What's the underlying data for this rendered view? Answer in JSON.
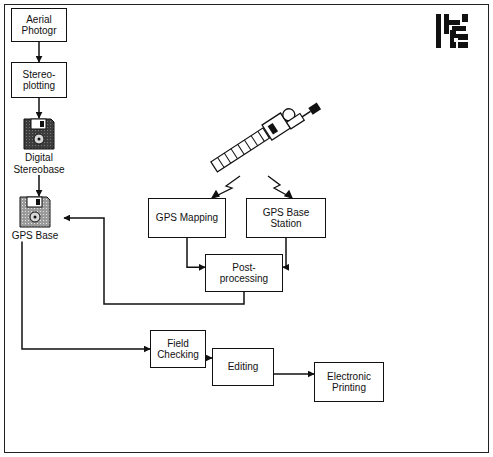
{
  "diagram": {
    "nodes": [
      {
        "text": [
          "Aerial Photogr"
        ]
      },
      {
        "text": [
          "Stereo- plotting"
        ]
      },
      {
        "text": [
          "Digital Stereobase"
        ]
      },
      {
        "text": [
          "GPS Mapping"
        ]
      },
      {
        "text": [
          "GPS Base Station"
        ]
      },
      {
        "text": [
          "Post- processing"
        ]
      },
      {
        "text": [
          "GPS Base"
        ]
      },
      {
        "text": [
          "Field Checking"
        ]
      },
      {
        "text": [
          "Editing"
        ]
      },
      {
        "text": [
          "Electronic Printing"
        ]
      }
    ],
    "edges": [
      {
        "from": 0,
        "to": 1,
        "arrow": "to"
      },
      {
        "from": 1,
        "to": 2,
        "arrow": "to"
      },
      {
        "from": 2,
        "to": 6,
        "arrow": "to"
      },
      {
        "from": 3,
        "to": 5,
        "arrow": "to"
      },
      {
        "from": 4,
        "to": 5,
        "arrow": "to"
      },
      {
        "from": 5,
        "to": 6,
        "arrow": "to"
      },
      {
        "from": 6,
        "to": 7,
        "arrow": "to"
      },
      {
        "from": 7,
        "to": 8,
        "arrow": "to"
      },
      {
        "from": 8,
        "to": 9,
        "arrow": "to"
      }
    ]
  }
}
